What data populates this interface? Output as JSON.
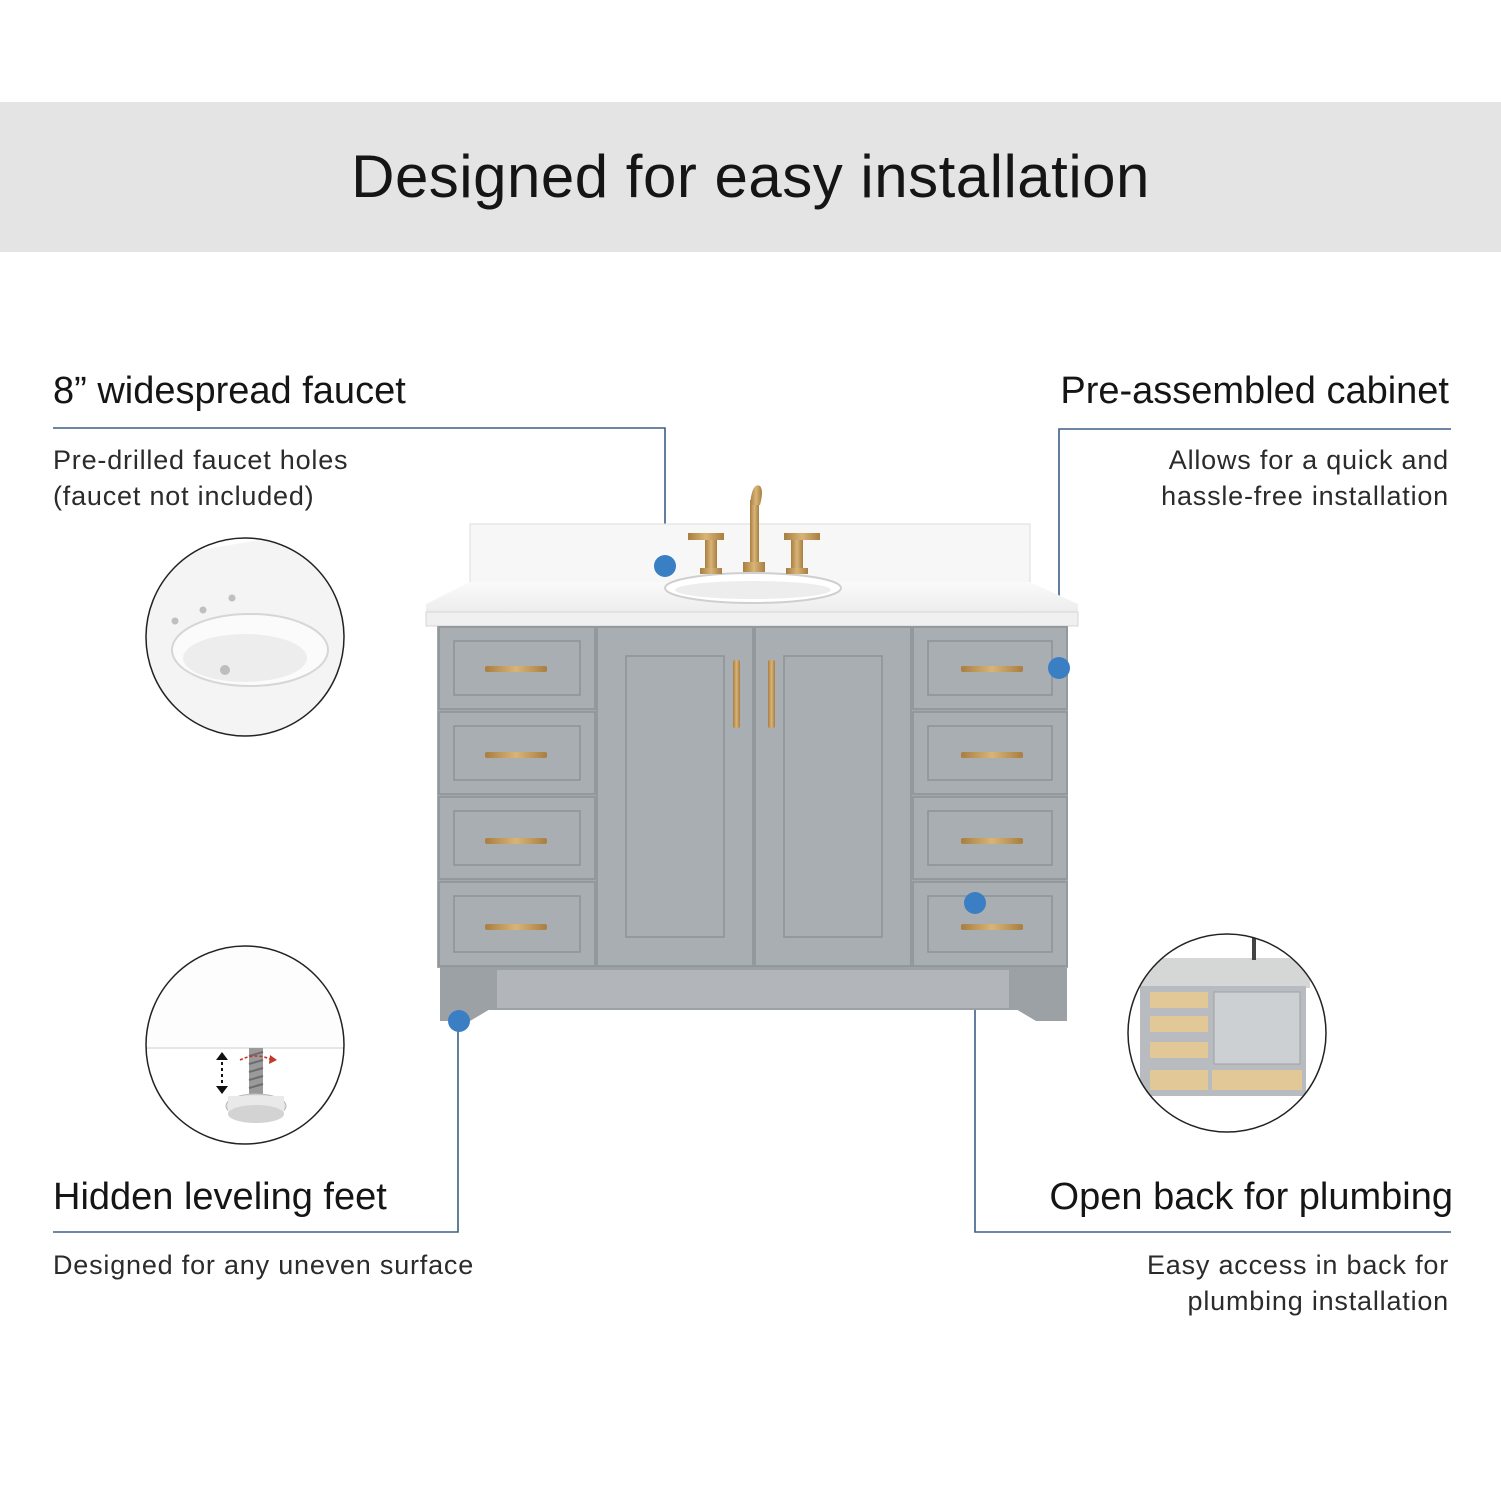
{
  "banner": {
    "title": "Designed for easy installation"
  },
  "features": {
    "faucet": {
      "title": "8” widespread faucet",
      "lines": [
        "Pre-drilled faucet holes",
        "(faucet not included)"
      ]
    },
    "cabinet": {
      "title": "Pre-assembled cabinet",
      "lines": [
        "Allows for  a quick and",
        "hassle-free installation"
      ]
    },
    "feet": {
      "title": "Hidden leveling feet",
      "lines": [
        "Designed for any uneven surface"
      ]
    },
    "plumbing": {
      "title": "Open back for plumbing",
      "lines": [
        "Easy access in back for",
        "plumbing installation"
      ]
    }
  },
  "colors": {
    "banner_bg": "#e4e4e4",
    "callout_dot": "#3a7fc4",
    "callout_line": "#3c5f86",
    "cabinet_gray": "#9ea3a8",
    "hardware_gold": "#c29a5b",
    "countertop_white": "#f5f5f5"
  }
}
